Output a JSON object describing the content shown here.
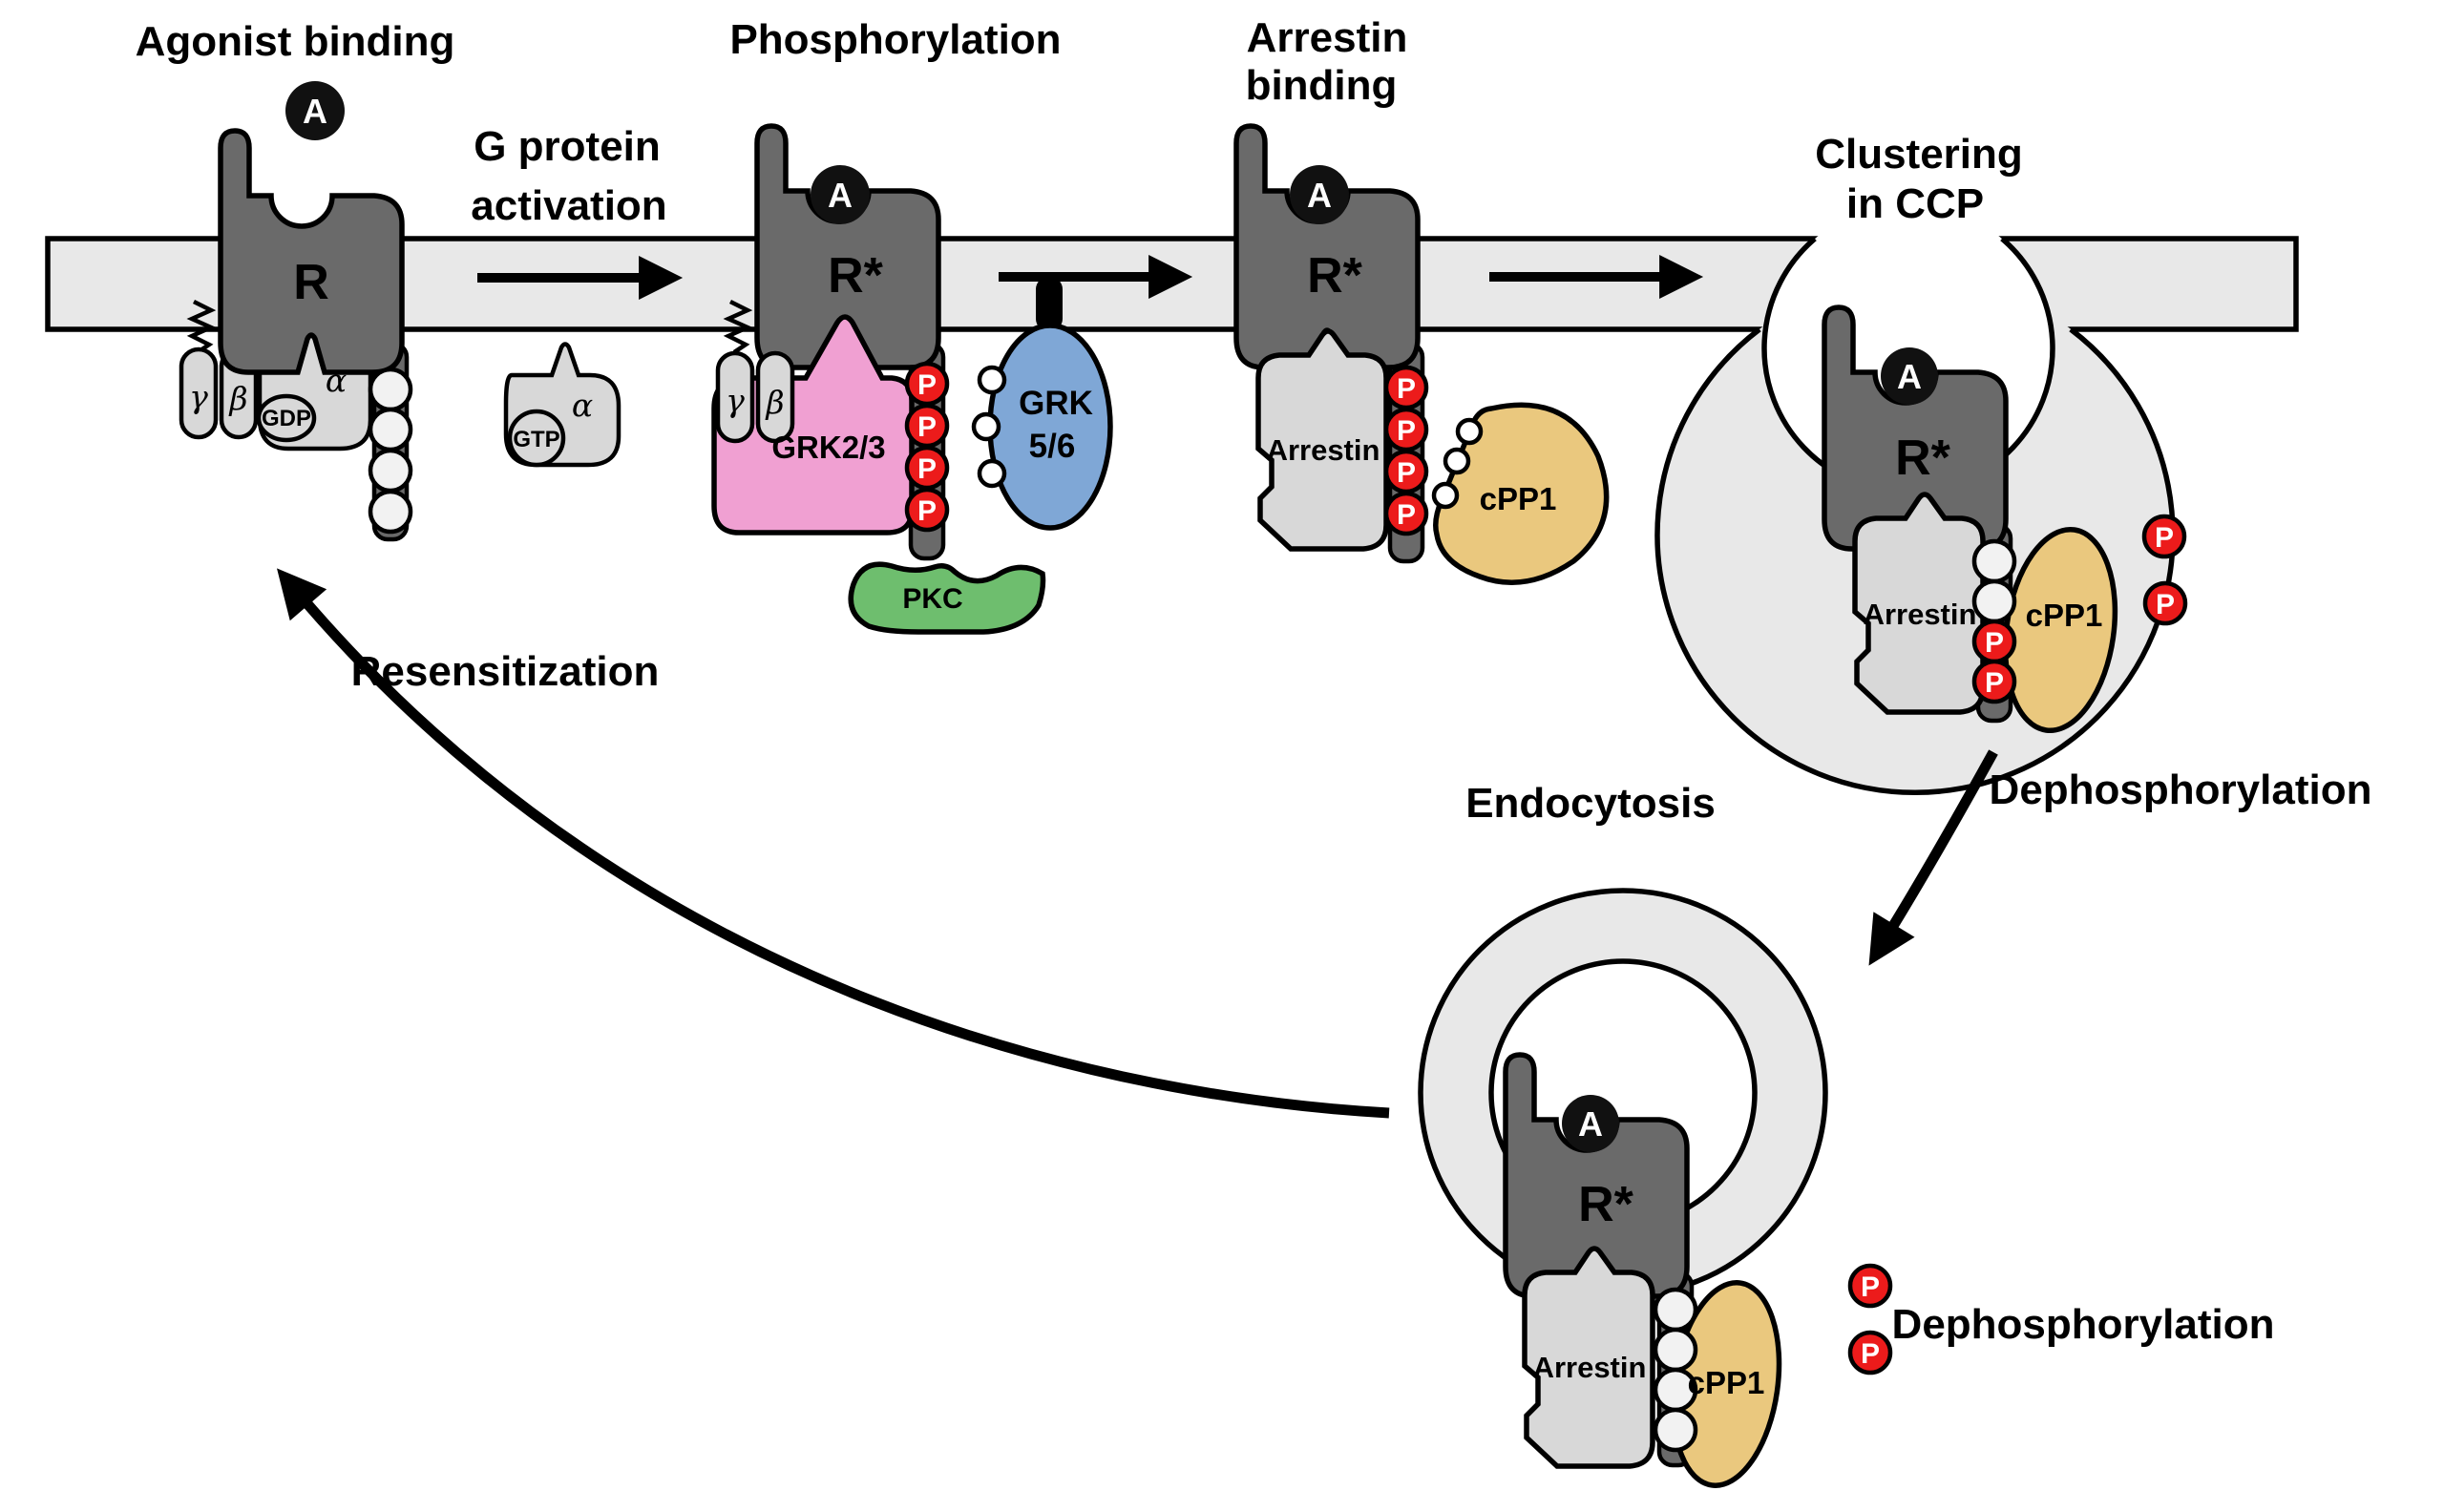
{
  "titles": {
    "agonist_binding": "Agonist binding",
    "g_protein_activation": [
      "G protein",
      "activation"
    ],
    "phosphorylation": "Phosphorylation",
    "arrestin_binding": [
      "Arrestin",
      "binding"
    ],
    "clustering_in_ccp": [
      "Clustering",
      "in CCP"
    ],
    "endocytosis": "Endocytosis",
    "resensitization": "Resensitization",
    "dephosphorylation": "Dephosphorylation"
  },
  "molecules": {
    "receptor": "R",
    "receptor_active": "R*",
    "agonist": "A",
    "phosphate": "P",
    "g_alpha": "α",
    "g_beta": "β",
    "g_gamma": "γ",
    "gdp": "GDP",
    "gtp": "GTP",
    "grk23": "GRK2/3",
    "grk56_line1": "GRK",
    "grk56_line2": "5/6",
    "pkc": "PKC",
    "arrestin": "Arrestin",
    "cpp1": "cPP1"
  },
  "colors": {
    "membrane": "#E8E8E8",
    "receptor": "#6A6A6A",
    "g_protein": "#D8D8D8",
    "bead": "#F2F2F2",
    "agonist": "#111111",
    "phosphate": "#EC1B1B",
    "grk23": "#F0A0D2",
    "grk56": "#7FA7D6",
    "pkc": "#6EBE6E",
    "cpp1": "#EAC87E",
    "outline": "#000000"
  }
}
